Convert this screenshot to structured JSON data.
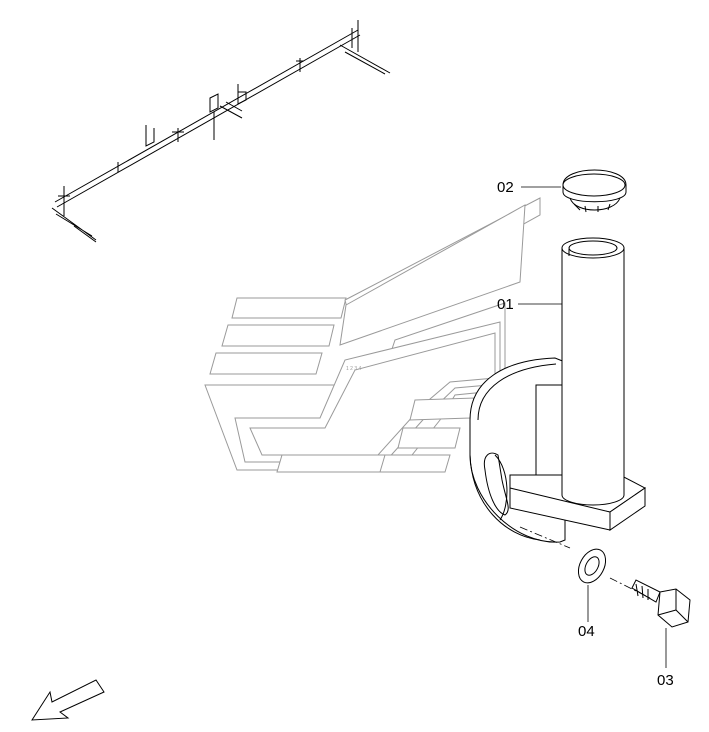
{
  "parts": [
    {
      "number": "01",
      "name": "pipe"
    },
    {
      "number": "02",
      "name": "cap"
    },
    {
      "number": "03",
      "name": "bolt"
    },
    {
      "number": "04",
      "name": "washer"
    }
  ],
  "overview": {
    "small_label": "1 2 3 4"
  },
  "direction_arrow": {
    "icon": "arrow-down-left-icon"
  }
}
